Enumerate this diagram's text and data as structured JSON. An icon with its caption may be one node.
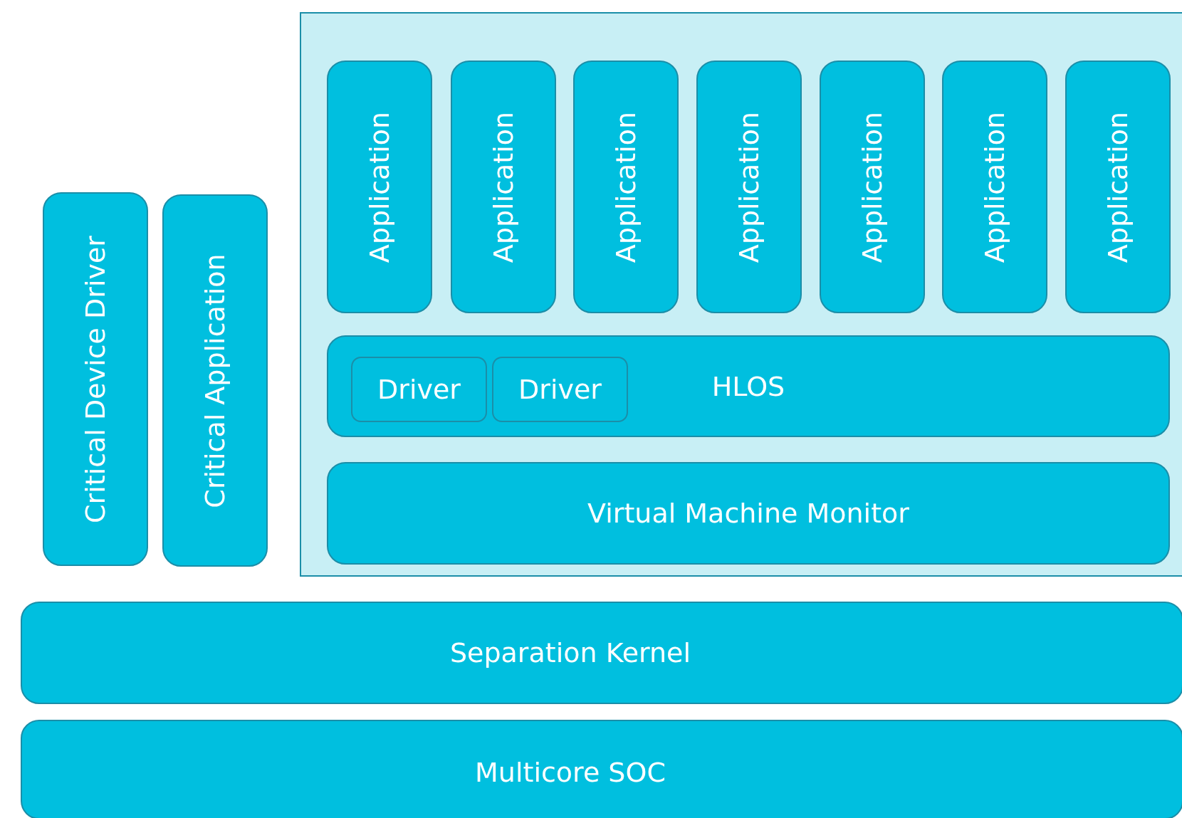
{
  "diagram": {
    "nodes": [
      {
        "text": [],
        "shape": "box"
      },
      {
        "text": [
          "Application"
        ],
        "in": 0
      },
      {
        "text": [
          "Application"
        ],
        "in": 0
      },
      {
        "text": [
          "Application"
        ],
        "in": 0
      },
      {
        "text": [
          "Application"
        ],
        "in": 0
      },
      {
        "text": [
          "Application"
        ],
        "in": 0
      },
      {
        "text": [
          "Application"
        ],
        "in": 0
      },
      {
        "text": [
          "Application"
        ],
        "in": 0
      },
      {
        "text": [
          "HLOS"
        ],
        "in": 0
      },
      {
        "text": [
          "Driver"
        ],
        "in": 8
      },
      {
        "text": [
          "Driver"
        ],
        "in": 8
      },
      {
        "text": [
          "Virtual Machine Monitor"
        ],
        "in": 0
      },
      {
        "text": [
          "Critical Device Driver"
        ]
      },
      {
        "text": [
          "Critical Application"
        ]
      },
      {
        "text": [
          "Separation Kernel"
        ]
      },
      {
        "text": [
          "Multicore SOC"
        ]
      }
    ],
    "edges": []
  }
}
